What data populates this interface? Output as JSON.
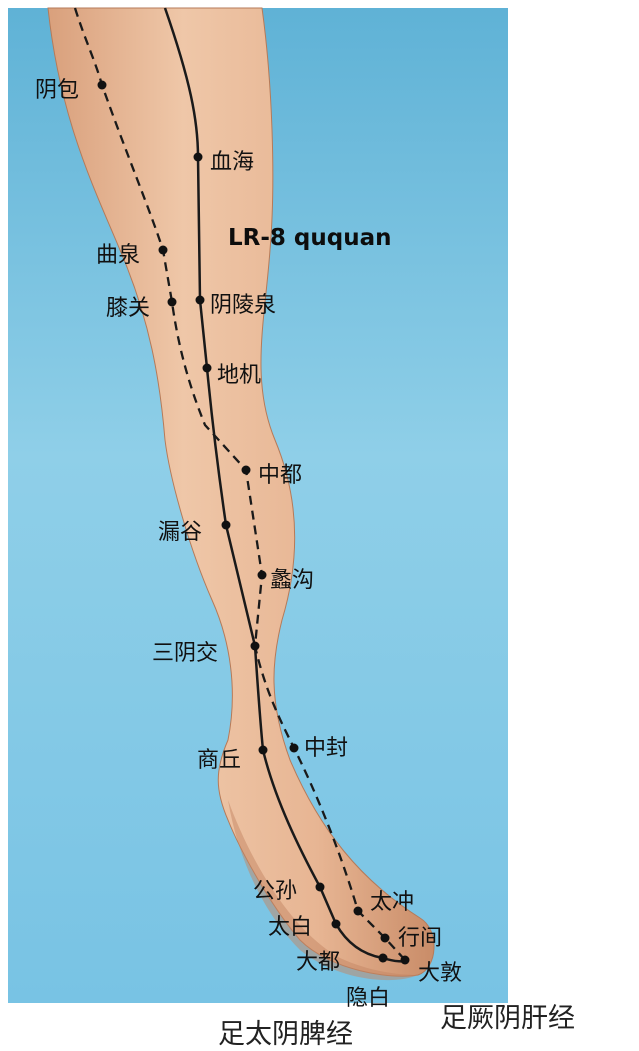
{
  "title": "LR-8 ququan",
  "points": {
    "yinbao": "阴包",
    "xuehai": "血海",
    "ququan": "曲泉",
    "xiguan": "膝关",
    "yinlingquan": "阴陵泉",
    "diji": "地机",
    "zhongdu": "中都",
    "lougu": "漏谷",
    "ligou": "蠡沟",
    "sanyinjiao": "三阴交",
    "shangqiu": "商丘",
    "zhongfeng": "中封",
    "gongsun": "公孙",
    "taichong": "太冲",
    "taibai": "太白",
    "xingjian": "行间",
    "dadu": "大都",
    "dadun": "大敦",
    "yinbai": "隐白"
  },
  "meridians": {
    "spleen": "足太阴脾经",
    "liver": "足厥阴肝经"
  },
  "legend_style": {
    "spleen_line": "solid",
    "liver_line": "dashed"
  },
  "colors": {
    "background": "#6fbde0",
    "leg": "#e6b896",
    "line": "#1a1a1a"
  }
}
